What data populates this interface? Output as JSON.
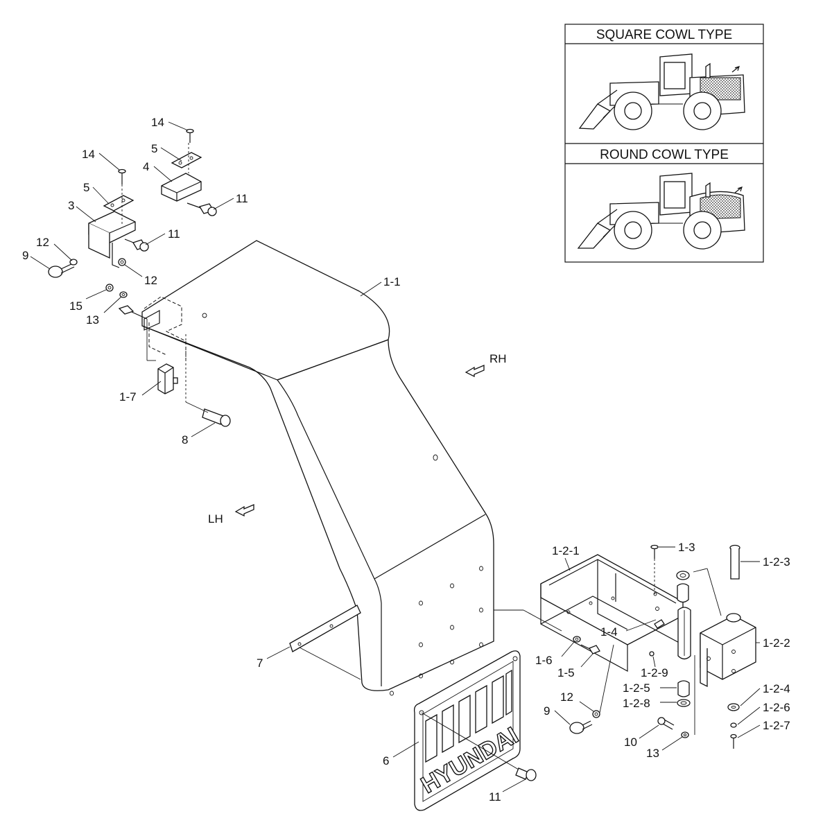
{
  "inset": {
    "square_title": "SQUARE COWL TYPE",
    "round_title": "ROUND COWL TYPE"
  },
  "directions": {
    "rh": "RH",
    "lh": "LH"
  },
  "mudflap_logo": "HYUNDAI",
  "callouts": [
    {
      "id": "c14a",
      "text": "14"
    },
    {
      "id": "c5a",
      "text": "5"
    },
    {
      "id": "c4",
      "text": "4"
    },
    {
      "id": "c11a",
      "text": "11"
    },
    {
      "id": "c14b",
      "text": "14"
    },
    {
      "id": "c5b",
      "text": "5"
    },
    {
      "id": "c3",
      "text": "3"
    },
    {
      "id": "c11b",
      "text": "11"
    },
    {
      "id": "c12a",
      "text": "12"
    },
    {
      "id": "c9a",
      "text": "9"
    },
    {
      "id": "c12b",
      "text": "12"
    },
    {
      "id": "c15",
      "text": "15"
    },
    {
      "id": "c13a",
      "text": "13"
    },
    {
      "id": "c1-1",
      "text": "1-1"
    },
    {
      "id": "c1-7",
      "text": "1-7"
    },
    {
      "id": "c8",
      "text": "8"
    },
    {
      "id": "c7",
      "text": "7"
    },
    {
      "id": "c6",
      "text": "6"
    },
    {
      "id": "c11c",
      "text": "11"
    },
    {
      "id": "c1-2-1",
      "text": "1-2-1"
    },
    {
      "id": "c1-3",
      "text": "1-3"
    },
    {
      "id": "c1-2-3",
      "text": "1-2-3"
    },
    {
      "id": "c1-4",
      "text": "1-4"
    },
    {
      "id": "c1-2-2",
      "text": "1-2-2"
    },
    {
      "id": "c1-6",
      "text": "1-6"
    },
    {
      "id": "c1-5",
      "text": "1-5"
    },
    {
      "id": "c1-2-9",
      "text": "1-2-9"
    },
    {
      "id": "c1-2-5",
      "text": "1-2-5"
    },
    {
      "id": "c1-2-4",
      "text": "1-2-4"
    },
    {
      "id": "c12c",
      "text": "12"
    },
    {
      "id": "c1-2-8",
      "text": "1-2-8"
    },
    {
      "id": "c1-2-6",
      "text": "1-2-6"
    },
    {
      "id": "c9b",
      "text": "9"
    },
    {
      "id": "c1-2-7",
      "text": "1-2-7"
    },
    {
      "id": "c10",
      "text": "10"
    },
    {
      "id": "c13b",
      "text": "13"
    }
  ]
}
